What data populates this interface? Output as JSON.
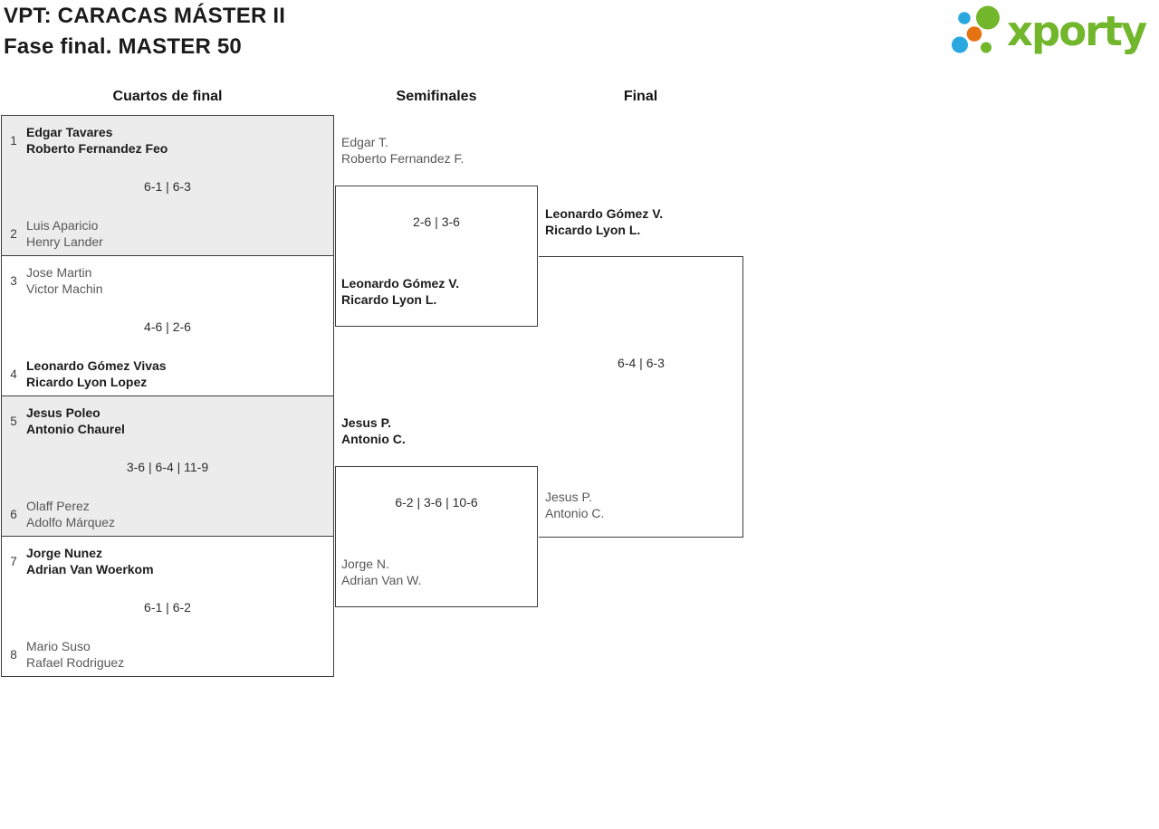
{
  "header": {
    "title_line1": "VPT: CARACAS MÁSTER II",
    "title_line2": "Fase final. MASTER 50",
    "logo_text": "xporty"
  },
  "columns": [
    {
      "label": "Cuartos de final"
    },
    {
      "label": "Semifinales"
    },
    {
      "label": "Final"
    }
  ],
  "colors": {
    "brand_green": "#72b62c",
    "brand_blue": "#29a8e0",
    "brand_orange": "#e57313",
    "winner_text": "#1c1c1c",
    "loser_text": "#585858",
    "box_shaded_bg": "#ececec",
    "box_border": "#3e3e3e"
  },
  "quarterfinals": [
    {
      "seed_top": "1",
      "team_top_line1": "Edgar Tavares",
      "team_top_line2": "Roberto Fernandez Feo",
      "top_winner": true,
      "score": "6-1 | 6-3",
      "seed_bottom": "2",
      "team_bottom_line1": "Luis Aparicio",
      "team_bottom_line2": "Henry Lander",
      "bottom_winner": false
    },
    {
      "seed_top": "3",
      "team_top_line1": "Jose Martin",
      "team_top_line2": "Victor Machin",
      "top_winner": false,
      "score": "4-6 | 2-6",
      "seed_bottom": "4",
      "team_bottom_line1": "Leonardo Gómez Vivas",
      "team_bottom_line2": "Ricardo Lyon Lopez",
      "bottom_winner": true
    },
    {
      "seed_top": "5",
      "team_top_line1": "Jesus Poleo",
      "team_top_line2": "Antonio Chaurel",
      "top_winner": true,
      "score": "3-6 | 6-4 | 11-9",
      "seed_bottom": "6",
      "team_bottom_line1": "Olaff Perez",
      "team_bottom_line2": "Adolfo Márquez",
      "bottom_winner": false
    },
    {
      "seed_top": "7",
      "team_top_line1": "Jorge Nunez",
      "team_top_line2": "Adrian Van Woerkom",
      "top_winner": true,
      "score": "6-1 | 6-2",
      "seed_bottom": "8",
      "team_bottom_line1": "Mario Suso",
      "team_bottom_line2": "Rafael Rodriguez",
      "bottom_winner": false
    }
  ],
  "semifinals": [
    {
      "team_top_line1": "Edgar T.",
      "team_top_line2": "Roberto Fernandez F.",
      "top_winner": false,
      "score": "2-6 | 3-6",
      "team_bottom_line1": "Leonardo Gómez V.",
      "team_bottom_line2": "Ricardo Lyon L.",
      "bottom_winner": true
    },
    {
      "team_top_line1": "Jesus P.",
      "team_top_line2": "Antonio C.",
      "top_winner": true,
      "score": "6-2 | 3-6 | 10-6",
      "team_bottom_line1": "Jorge N.",
      "team_bottom_line2": "Adrian Van W.",
      "bottom_winner": false
    }
  ],
  "final": {
    "team_top_line1": "Leonardo Gómez V.",
    "team_top_line2": "Ricardo Lyon L.",
    "top_winner": true,
    "score": "6-4 | 6-3",
    "team_bottom_line1": "Jesus P.",
    "team_bottom_line2": "Antonio C.",
    "bottom_winner": false
  }
}
